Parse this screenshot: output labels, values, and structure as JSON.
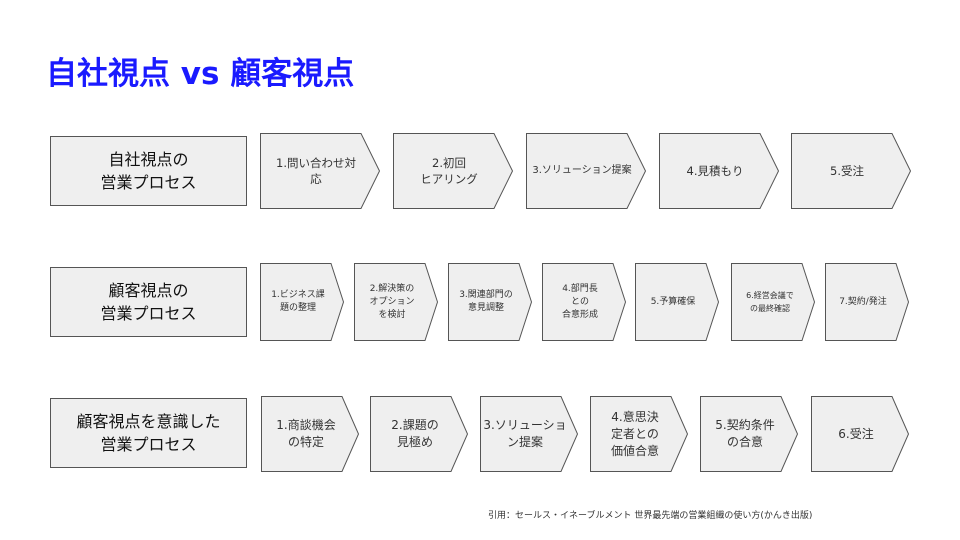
{
  "slide": {
    "title": "自社視点 vs 顧客視点",
    "citation": "引用：セールス・イネーブルメント 世界最先端の営業組織の使い方(かんき出版)",
    "colors": {
      "title": "#1a1aff",
      "box_fill": "#efefef",
      "box_stroke": "#555555"
    }
  },
  "rows": [
    {
      "label": "自社視点の\n営業プロセス",
      "steps": [
        "1.問い合わせ対\n応",
        "2.初回\nヒアリング",
        "3.ソリューション提案",
        "4.見積もり",
        "5.受注"
      ]
    },
    {
      "label": "顧客視点の\n営業プロセス",
      "steps": [
        "1.ビジネス課\n題の整理",
        "2.解決策の\nオプション\nを検討",
        "3.関連部門の\n意見調整",
        "4.部門長\nとの\n合意形成",
        "5.予算確保",
        "6.経営会議で\nの最終確認",
        "7.契約/発注"
      ]
    },
    {
      "label": "顧客視点を意識した\n営業プロセス",
      "steps": [
        "1.商談機会\nの特定",
        "2.課題の\n見極め",
        "3.ソリューショ\nン提案",
        "4.意思決\n定者との\n価値合意",
        "5.契約条件\nの合意",
        "6.受注"
      ]
    }
  ]
}
